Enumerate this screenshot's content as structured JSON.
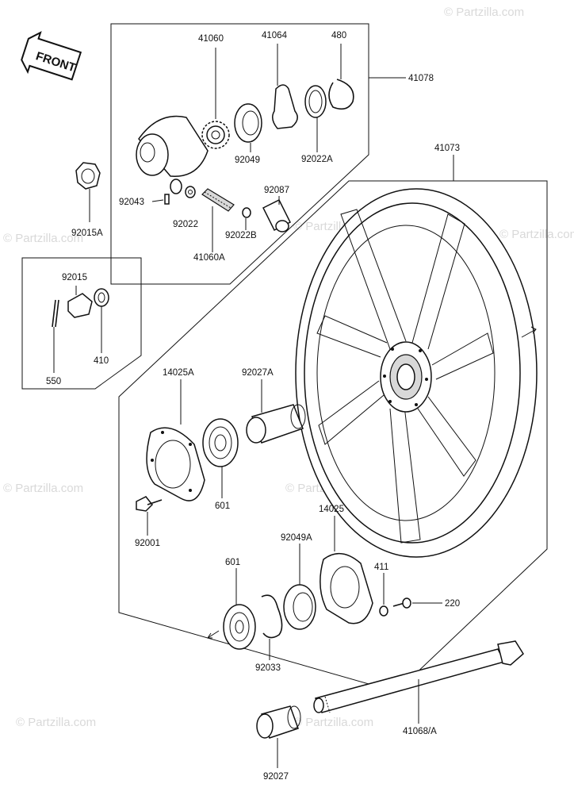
{
  "front_badge": "FRONT",
  "watermarks": [
    "© Partzilla.com",
    "© Partzilla.com",
    "© Partzilla.com",
    "© Partzilla.com",
    "© Partzilla.com",
    "© Partzilla.com",
    "© Partzilla.com",
    "© Partzilla.com"
  ],
  "labels": {
    "p41060": "41060",
    "p41064": "41064",
    "p480": "480",
    "p41078": "41078",
    "p92049": "92049",
    "p92022A": "92022A",
    "p41073": "41073",
    "p92043": "92043",
    "p92022": "92022",
    "p92087": "92087",
    "p92022B": "92022B",
    "p41060A": "41060A",
    "p92015A": "92015A",
    "p92015": "92015",
    "p410": "410",
    "p550": "550",
    "p14025A": "14025A",
    "p92027A": "92027A",
    "p601a": "601",
    "p92001": "92001",
    "p14025": "14025",
    "p92049A": "92049A",
    "p601b": "601",
    "p411": "411",
    "p220": "220",
    "p92033": "92033",
    "p41068A": "41068/A",
    "p92027": "92027"
  },
  "colors": {
    "ink": "#111111",
    "watermark": "#d9d9d9",
    "paper": "#ffffff"
  }
}
